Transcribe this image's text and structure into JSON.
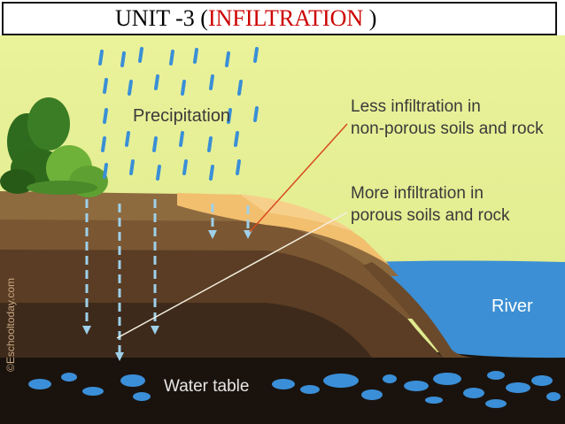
{
  "title": {
    "prefix": "UNIT -3 (",
    "accent": "INFILTRATION",
    "suffix": " )"
  },
  "diagram": {
    "precipitation_label": "Precipitation",
    "less_infiltration_line1": "Less infiltration in",
    "less_infiltration_line2": "non-porous soils and rock",
    "more_infiltration_line1": "More infiltration in",
    "more_infiltration_line2": "porous soils and rock",
    "river_label": "River",
    "water_table_label": "Water table",
    "watermark": "©Eschooltoday.com"
  },
  "colors": {
    "sky": "#e5ef92",
    "title_accent": "#cc0000",
    "rain": "#3a8fd6",
    "river": "#3c8fd4",
    "sand": "#f2bf6e",
    "bedrock": "#1a130d"
  }
}
